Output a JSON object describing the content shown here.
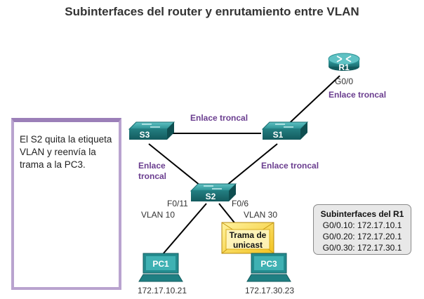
{
  "title": "Subinterfaces del router y enrutamiento entre VLAN",
  "devices": {
    "r1": "R1",
    "s1": "S1",
    "s2": "S2",
    "s3": "S3",
    "pc1": "PC1",
    "pc3": "PC3"
  },
  "ports": {
    "r1_port": "G0/0",
    "s2_f011": "F0/11",
    "s2_f06": "F0/6"
  },
  "links": {
    "r1_s1": "Enlace troncal",
    "s3_s1": "Enlace troncal",
    "s1_s2": "Enlace troncal",
    "s3_s2_line1": "Enlace",
    "s3_s2_line2": "troncal"
  },
  "vlans": {
    "pc1_vlan": "VLAN 10",
    "pc3_vlan": "VLAN 30"
  },
  "addresses": {
    "pc1": "172.17.10.21",
    "pc3": "172.17.30.23"
  },
  "frame": {
    "line1": "Trama de",
    "line2": "unicast"
  },
  "callout": {
    "line1": "El S2 quita la etiqueta",
    "line2": "VLAN y reenvía la",
    "line3": "trama a la PC3."
  },
  "subinterfaces": {
    "header": "Subinterfaces del R1",
    "rows": [
      "G0/0.10: 172.17.10.1",
      "G0/0.20: 172.17.20.1",
      "G0/0.30: 172.17.30.1"
    ]
  },
  "colors": {
    "device": "#2a8a8a",
    "link_label": "#6a3d8f",
    "callout_border": "#9b7fb8"
  }
}
